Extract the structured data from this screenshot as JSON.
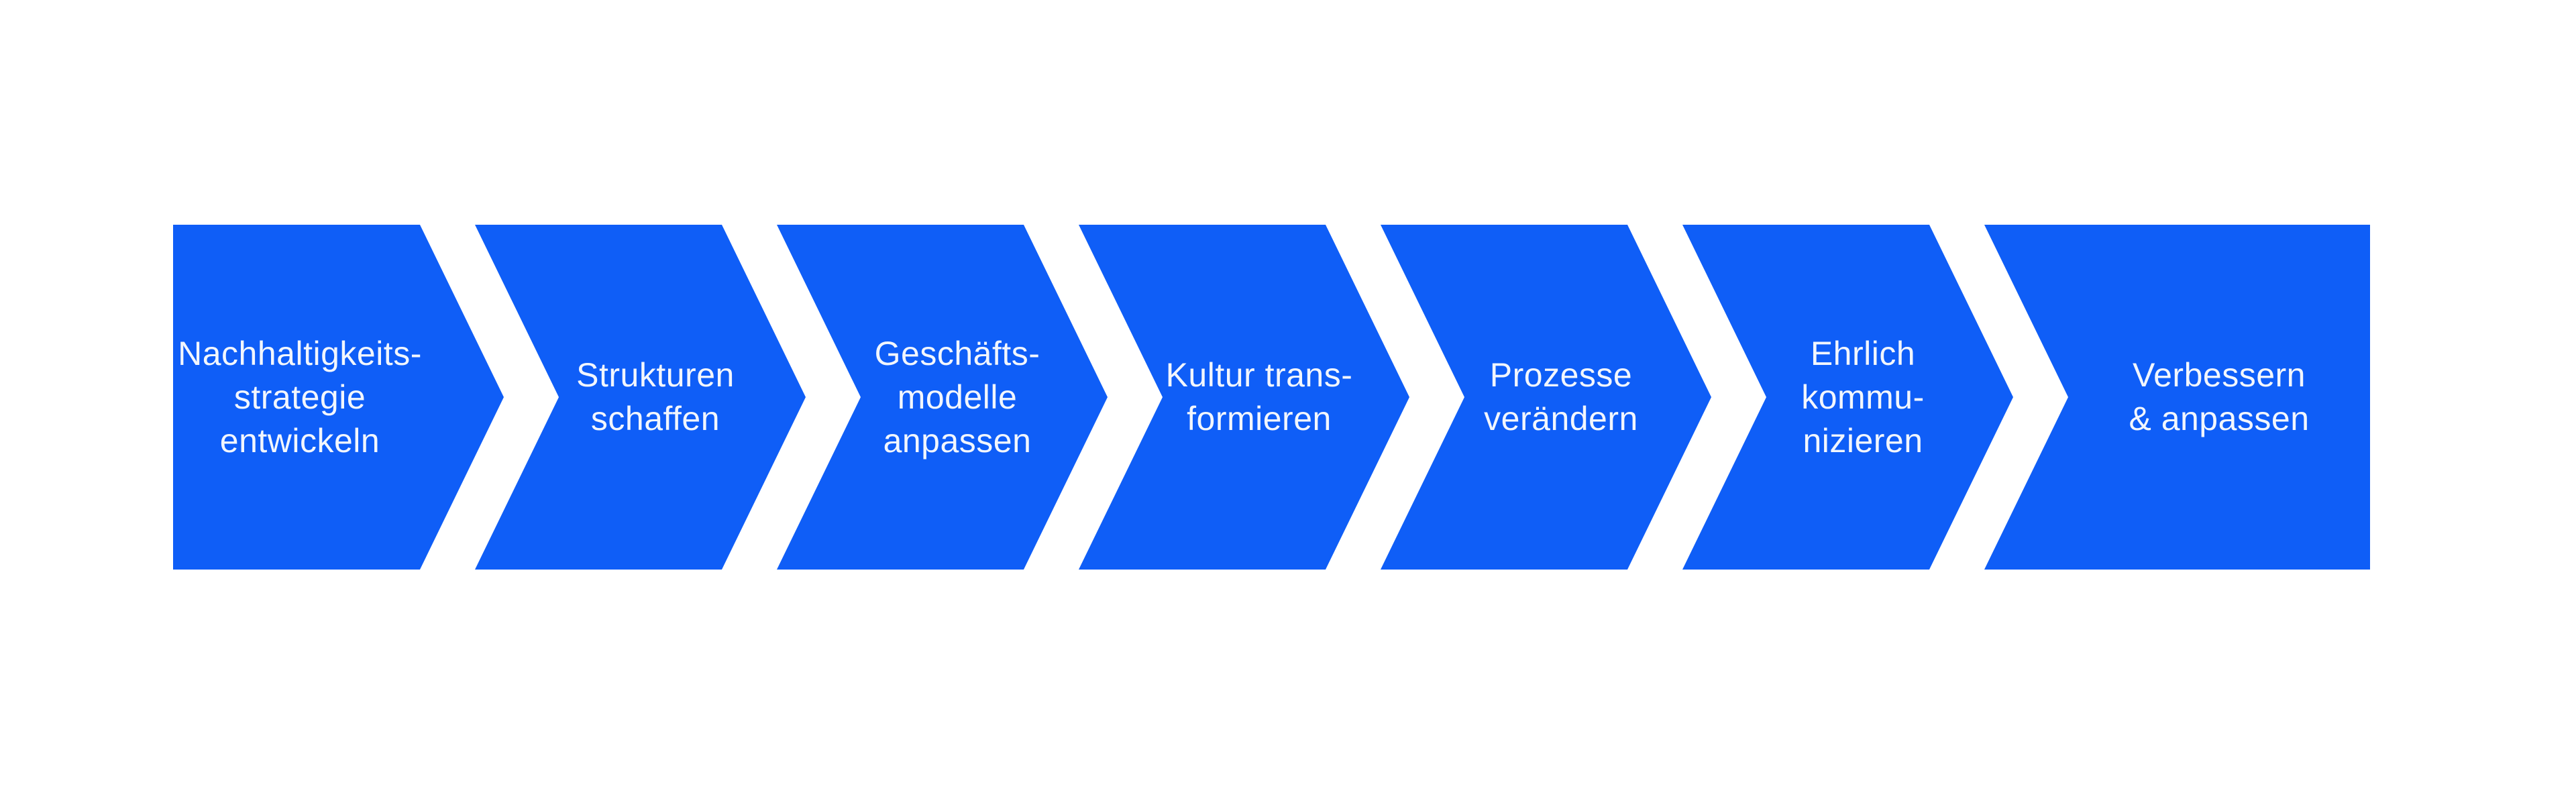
{
  "diagram": {
    "type": "process-flow-chevrons",
    "direction": "left-to-right",
    "step_count": 7
  },
  "colors": {
    "arrow_blue": "#0f5ef7",
    "text": "#f2f6fd",
    "background": "#ffffff"
  },
  "steps": [
    {
      "label": "Nachhaltigkeits-\nstrategie\nentwickeln"
    },
    {
      "label": "Strukturen\nschaffen"
    },
    {
      "label": "Geschäfts-\nmodelle\nanpassen"
    },
    {
      "label": "Kultur trans-\nformieren"
    },
    {
      "label": "Prozesse\nverändern"
    },
    {
      "label": "Ehrlich\nkommu-\nnizieren"
    },
    {
      "label": "Verbessern\n& anpassen"
    }
  ]
}
